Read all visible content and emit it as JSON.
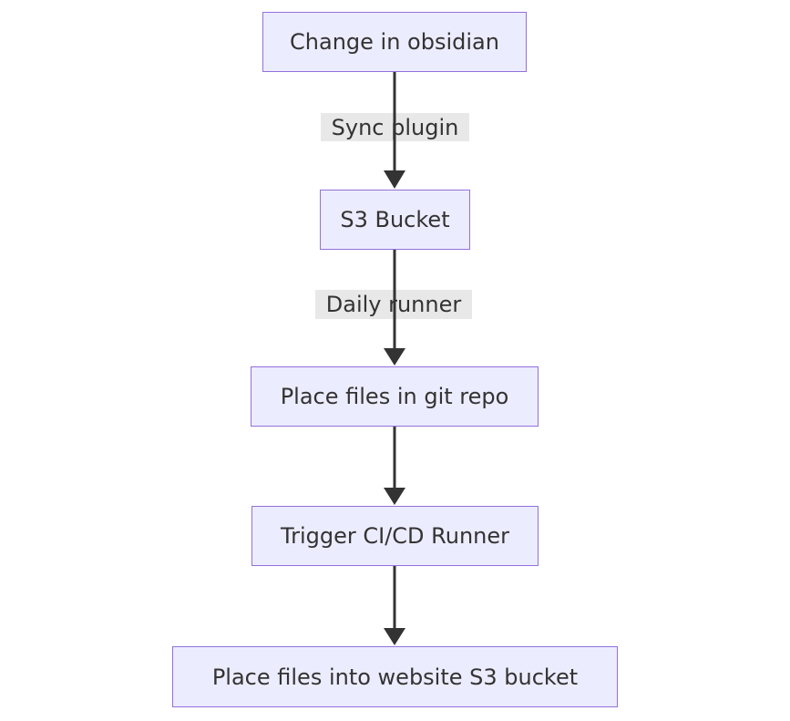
{
  "diagram": {
    "type": "flowchart",
    "direction": "top-down",
    "nodes": [
      {
        "label": "Change in obsidian"
      },
      {
        "label": "S3 Bucket"
      },
      {
        "label": "Place files in git repo"
      },
      {
        "label": "Trigger CI/CD Runner"
      },
      {
        "label": "Place files into website S3 bucket"
      }
    ],
    "edges": [
      {
        "from": "Change in obsidian",
        "to": "S3 Bucket",
        "label": "Sync plugin"
      },
      {
        "from": "S3 Bucket",
        "to": "Place files in git repo",
        "label": "Daily runner"
      },
      {
        "from": "Place files in git repo",
        "to": "Trigger CI/CD Runner",
        "label": ""
      },
      {
        "from": "Trigger CI/CD Runner",
        "to": "Place files into website S3 bucket",
        "label": ""
      }
    ],
    "colors": {
      "background": "#ffffff",
      "node_fill": "#ECECFF",
      "node_border": "#9370DB",
      "node_text": "#333333",
      "edge": "#333333",
      "edge_label_bg": "#e8e8e8",
      "edge_label_text": "#333333"
    }
  }
}
